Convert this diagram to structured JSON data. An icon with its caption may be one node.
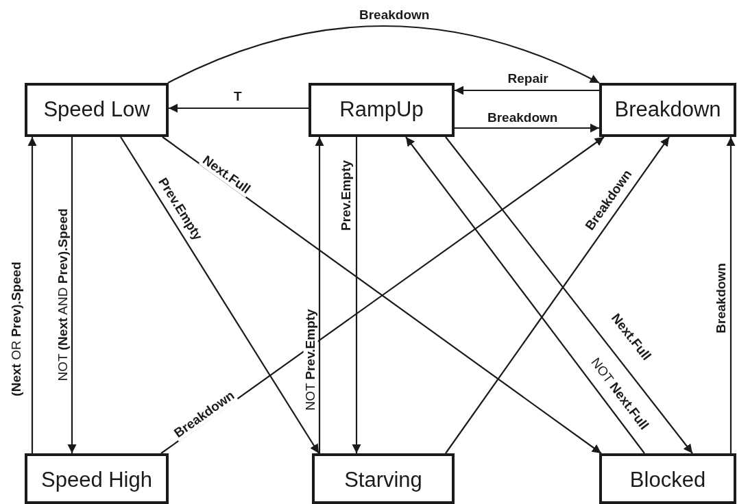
{
  "diagram": {
    "nodes": [
      {
        "text": [
          "Speed Low"
        ]
      },
      {
        "text": [
          "RampUp"
        ]
      },
      {
        "text": [
          "Breakdown"
        ]
      },
      {
        "text": [
          "Speed High"
        ]
      },
      {
        "text": [
          "Starving"
        ]
      },
      {
        "text": [
          "Blocked"
        ]
      }
    ],
    "edges": [
      {
        "from": 0,
        "to": 2,
        "arrow": "to",
        "label": "Breakdown"
      },
      {
        "from": 1,
        "to": 0,
        "arrow": "to",
        "label": "T"
      },
      {
        "from": 2,
        "to": 1,
        "arrow": "to",
        "label": "Repair"
      },
      {
        "from": 1,
        "to": 2,
        "arrow": "to",
        "label": "Breakdown"
      },
      {
        "from": 3,
        "to": 0,
        "arrow": "to",
        "label": "**(Next** OR **Prev).Speed**"
      },
      {
        "from": 0,
        "to": 3,
        "arrow": "to",
        "label": "NOT **(Next** AND **Prev).Speed**"
      },
      {
        "from": 0,
        "to": 4,
        "arrow": "to",
        "label": "Prev.Empty"
      },
      {
        "from": 0,
        "to": 5,
        "arrow": "to",
        "label": "Next.Full"
      },
      {
        "from": 3,
        "to": 2,
        "arrow": "to",
        "label": "Breakdown"
      },
      {
        "from": 4,
        "to": 1,
        "arrow": "to",
        "label": "NOT **Prev.Empty**"
      },
      {
        "from": 1,
        "to": 4,
        "arrow": "to",
        "label": "Prev.Empty"
      },
      {
        "from": 4,
        "to": 2,
        "arrow": "to",
        "label": "Breakdown"
      },
      {
        "from": 5,
        "to": 1,
        "arrow": "to",
        "label": "NOT **Next.Full**"
      },
      {
        "from": 1,
        "to": 5,
        "arrow": "to",
        "label": "Next.Full"
      },
      {
        "from": 5,
        "to": 2,
        "arrow": "to",
        "label": "Breakdown"
      }
    ]
  }
}
